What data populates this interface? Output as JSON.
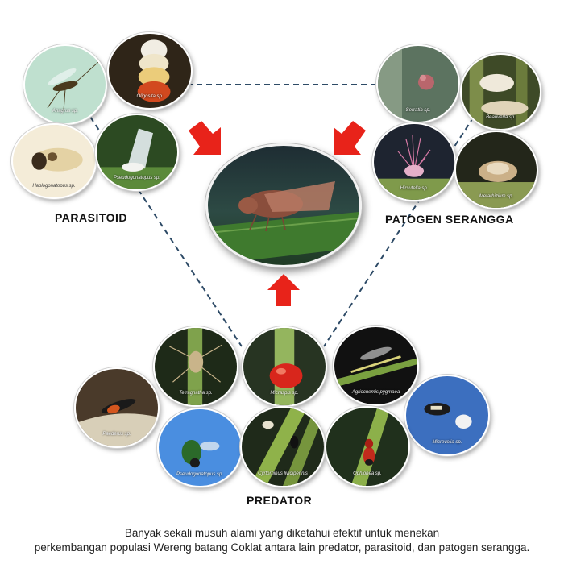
{
  "groups": {
    "parasitoid": {
      "label": "PARASITOID",
      "organisms": [
        "Anagrus sp.",
        "Oligosita sp.",
        "Haplogonatopus sp.",
        "Pseudogonatopus sp."
      ]
    },
    "pathogen": {
      "label": "PATOGEN SERANGGA",
      "organisms": [
        "Serratia sp.",
        "Beauveria sp.",
        "Hirsutella sp.",
        "Metarhizium sp."
      ]
    },
    "predator": {
      "label": "PREDATOR",
      "organisms": [
        "Paederus sp.",
        "Tetragnatha sp.",
        "Micraspis sp.",
        "Agriocnemis pygmaea",
        "Microvelia sp.",
        "Pseudogonatopus sp.",
        "Cyrtorhinus lividipennis",
        "Ophionea sp."
      ]
    }
  },
  "center": {
    "subject": "planthopper-photo"
  },
  "footer": {
    "line1": "Banyak sekali musuh alami yang diketahui efektif untuk menekan",
    "line2": "perkembangan populasi Wereng batang Coklat antara lain predator, parasitoid, dan patogen serangga."
  },
  "colors": {
    "arrow": "#e8231a",
    "line": "#2d4a66",
    "label": "#111111"
  }
}
